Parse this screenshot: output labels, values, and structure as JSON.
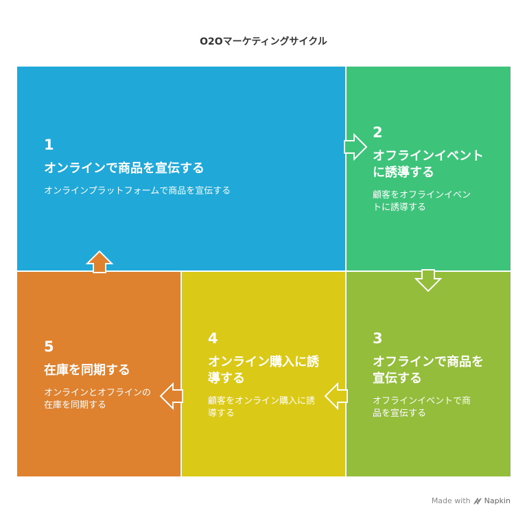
{
  "title": "O2Oマーケティングサイクル",
  "colors": {
    "step1": "#1fa8d8",
    "step2": "#3ec47a",
    "step3": "#93bd3a",
    "step4": "#dbc918",
    "step5": "#de8230",
    "text": "#ffffff",
    "title": "#333333",
    "footer": "#8a8a8a"
  },
  "steps": [
    {
      "number": "1",
      "title": "オンラインで商品を宣伝する",
      "description": "オンラインプラットフォームで商品を宣伝する"
    },
    {
      "number": "2",
      "title": "オフラインイベントに誘導する",
      "description": "顧客をオフラインイベントに誘導する"
    },
    {
      "number": "3",
      "title": "オフラインで商品を宣伝する",
      "description": "オフラインイベントで商品を宣伝する"
    },
    {
      "number": "4",
      "title": "オンライン購入に誘導する",
      "description": "顧客をオンライン購入に誘導する"
    },
    {
      "number": "5",
      "title": "在庫を同期する",
      "description": "オンラインとオフラインの在庫を同期する"
    }
  ],
  "footer": {
    "made_with": "Made with",
    "brand": "Napkin",
    "logo_icon": "napkin-logo-icon"
  }
}
